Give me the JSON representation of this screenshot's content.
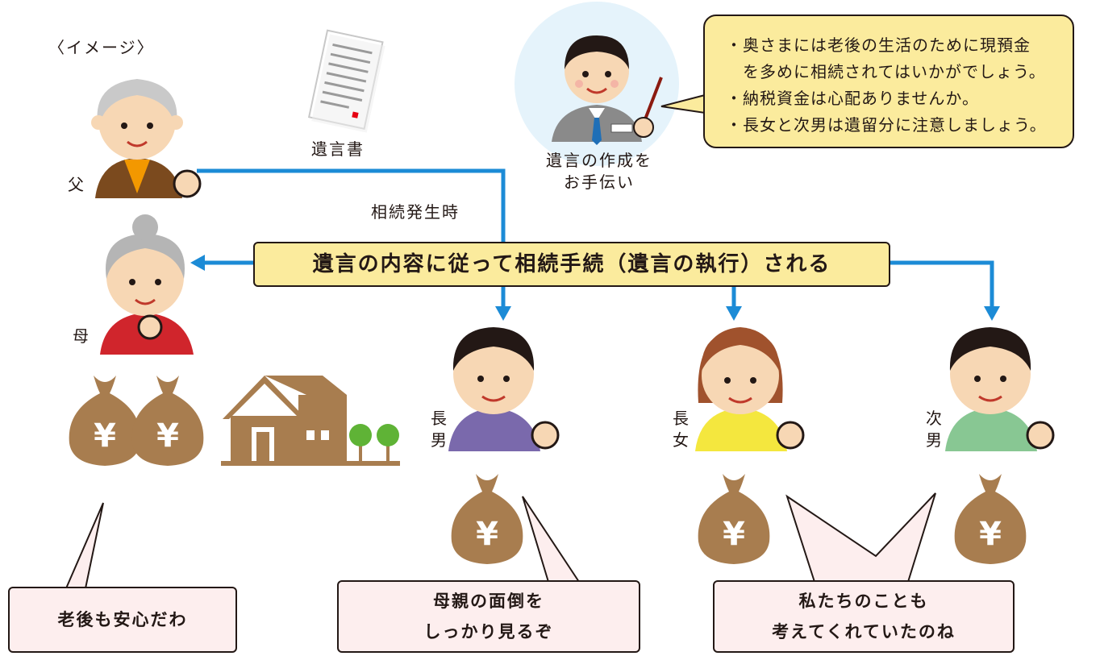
{
  "image_note": "〈イメージ〉",
  "will_label": "遺言書",
  "occurrence_label": "相続発生時",
  "advisor": {
    "caption_line1": "遺言の作成を",
    "caption_line2": "お手伝い"
  },
  "advice": [
    "・奥さまには老後の生活のために現預金",
    "　を多めに相続されてはいかがでしょう。",
    "・納税資金は心配ありませんか。",
    "・長女と次男は遺留分に注意しましょう。"
  ],
  "banner": "遺言の内容に従って相続手続（遺言の執行）される",
  "people": {
    "father": "父",
    "mother": "母",
    "eldest_son": [
      "長",
      "男"
    ],
    "eldest_daughter": [
      "長",
      "女"
    ],
    "second_son": [
      "次",
      "男"
    ]
  },
  "bubbles": {
    "mother": "老後も安心だわ",
    "son": [
      "母親の面倒を",
      "しっかり見るぞ"
    ],
    "others": [
      "私たちのことも",
      "考えてくれていたのね"
    ]
  },
  "colors": {
    "flow_blue": "#1c8bd6",
    "money_brown": "#a87d4f",
    "house_brown": "#a87d4f",
    "callout_yellow": "#fbeb9d",
    "bubble_pink": "#fdeeee",
    "father_shirt": "#7b4a1e",
    "mother_shirt": "#d0252c",
    "son_shirt": "#7a69ac",
    "daughter_shirt": "#f4e73e",
    "second_son_shirt": "#88c793"
  },
  "icons": [
    "person-icon",
    "will-document-icon",
    "money-bag-icon",
    "house-icon",
    "tree-icon"
  ]
}
